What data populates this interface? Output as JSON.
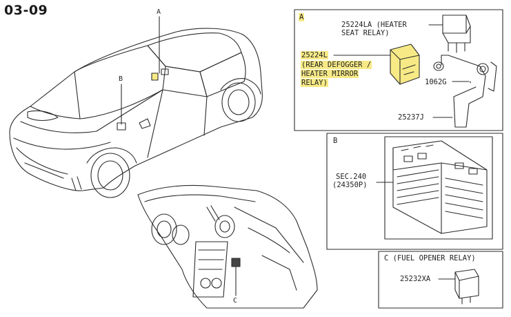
{
  "page_code": "03-09",
  "callouts": {
    "a": "A",
    "b": "B",
    "c": "C"
  },
  "panel_a": {
    "letter": "A",
    "part_heater_number": "25224LA (HEATER",
    "part_heater_desc": "SEAT RELAY)",
    "part_rear_number": "25224L",
    "part_rear_line1": "(REAR DEFOGGER /",
    "part_rear_line2": "HEATER MIRROR",
    "part_rear_line3": "RELAY)",
    "part_bolt": "1062G",
    "part_bracket": "25237J",
    "highlight_color": "#f7ea86"
  },
  "panel_b": {
    "letter": "B",
    "sec_line1": "SEC.240",
    "sec_line2": "(24350P)"
  },
  "panel_c": {
    "title": "C (FUEL OPENER RELAY)",
    "part_number": "25232XA"
  }
}
